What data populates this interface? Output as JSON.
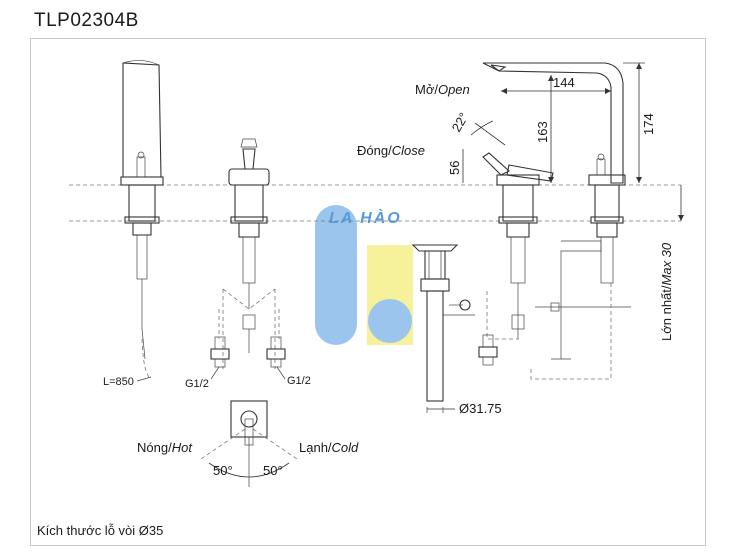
{
  "title": "TLP02304B",
  "labels": {
    "open": "Mở/",
    "open_it": "Open",
    "close": "Đóng/",
    "close_it": "Close",
    "hot": "Nóng/",
    "hot_it": "Hot",
    "cold": "Lạnh/",
    "cold_it": "Cold",
    "max_height": "Lớn nhất/",
    "max_height_it": "Max 30",
    "hose_length": "L=850",
    "thread_left": "G1/2",
    "thread_right": "G1/2",
    "drain_diameter": "Ø31.75",
    "hole_size": "Kích thước lỗ vòi Ø35",
    "watermark": "LA HÀO"
  },
  "dimensions": {
    "spout_reach": "144",
    "spout_height": "163",
    "total_height": "174",
    "handle_height": "56",
    "handle_angle": "22°",
    "rotation_left": "50°",
    "rotation_right": "50°"
  },
  "colors": {
    "line": "#333333",
    "dash": "#777777",
    "watermark_blue": "#8bbcea",
    "watermark_yellow": "#f5ef8a"
  }
}
